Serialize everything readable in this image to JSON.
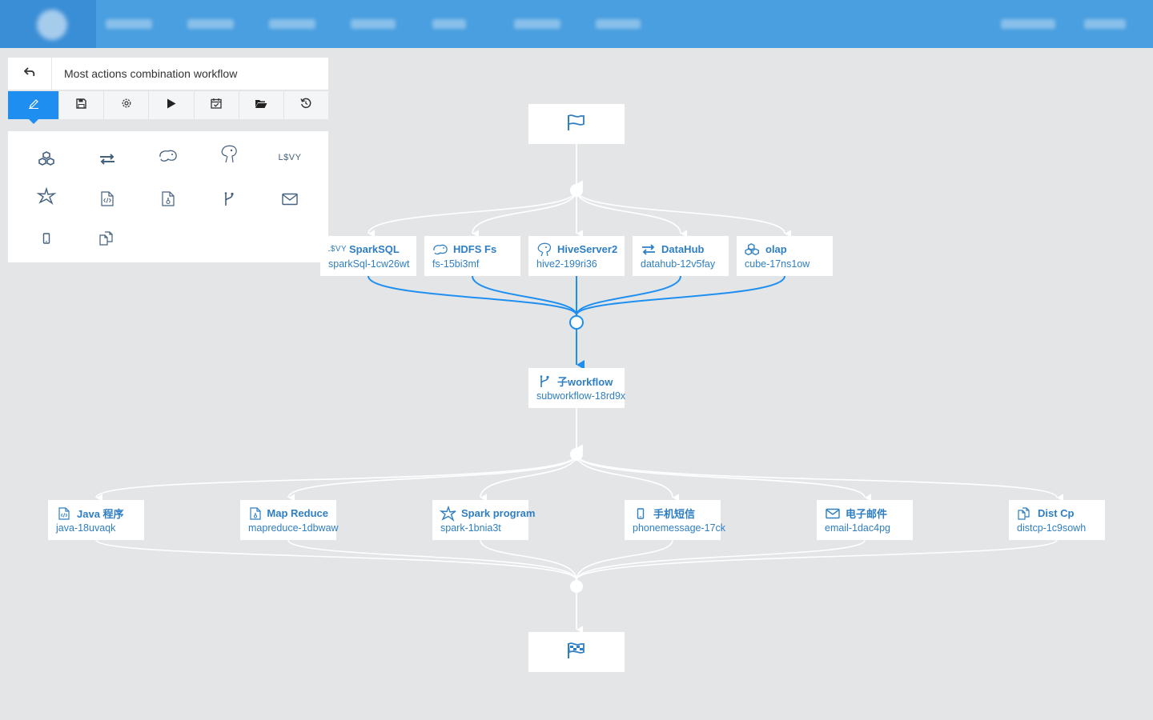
{
  "header": {
    "nav_items": [
      "",
      "",
      "",
      "",
      "",
      "",
      ""
    ]
  },
  "panel": {
    "workflow_name": "Most actions combination workflow",
    "toolbar": [
      {
        "icon": "pencil-icon"
      },
      {
        "icon": "save-icon"
      },
      {
        "icon": "gear-icon"
      },
      {
        "icon": "play-icon"
      },
      {
        "icon": "calendar-check-icon"
      },
      {
        "icon": "folder-open-icon"
      },
      {
        "icon": "history-icon"
      }
    ],
    "palette": [
      {
        "icon": "cubes-icon"
      },
      {
        "icon": "exchange-icon"
      },
      {
        "icon": "hadoop-elephant-icon"
      },
      {
        "icon": "hive-icon"
      },
      {
        "icon": "livy-icon",
        "text": "L$VY"
      },
      {
        "icon": "spark-star-icon"
      },
      {
        "icon": "java-file-icon"
      },
      {
        "icon": "mapreduce-file-icon"
      },
      {
        "icon": "subworkflow-branch-icon"
      },
      {
        "icon": "envelope-icon"
      },
      {
        "icon": "mobile-icon"
      },
      {
        "icon": "copy-icon"
      }
    ]
  },
  "nodes": {
    "start": {
      "icon": "flag-icon"
    },
    "end": {
      "icon": "checkered-flag-icon"
    },
    "row1": [
      {
        "title": "SparkSQL",
        "id": "sparkSql-1cw26wt",
        "icon": "livy-icon",
        "icon_text": "L$VY"
      },
      {
        "title": "HDFS Fs",
        "id": "fs-15bi3mf",
        "icon": "hadoop-elephant-icon"
      },
      {
        "title": "HiveServer2",
        "id": "hive2-199ri36",
        "icon": "hive-icon"
      },
      {
        "title": "DataHub",
        "id": "datahub-12v5fay",
        "icon": "exchange-icon"
      },
      {
        "title": "olap",
        "id": "cube-17ns1ow",
        "icon": "cubes-icon"
      }
    ],
    "sub": {
      "title": "子workflow",
      "id": "subworkflow-18rd9x",
      "icon": "subworkflow-branch-icon"
    },
    "row2": [
      {
        "title": "Java 程序",
        "id": "java-18uvaqk",
        "icon": "java-file-icon"
      },
      {
        "title": "Map Reduce",
        "id": "mapreduce-1dbwaw",
        "icon": "mapreduce-file-icon"
      },
      {
        "title": "Spark program",
        "id": "spark-1bnia3t",
        "icon": "spark-star-icon"
      },
      {
        "title": "手机短信",
        "id": "phonemessage-17ck",
        "icon": "mobile-icon"
      },
      {
        "title": "电子邮件",
        "id": "email-1dac4pg",
        "icon": "envelope-icon"
      },
      {
        "title": "Dist Cp",
        "id": "distcp-1c9sowh",
        "icon": "copy-icon"
      }
    ]
  },
  "colors": {
    "accent": "#1e8ff0",
    "header": "#4a9fe0",
    "node_text": "#2e7ec4",
    "canvas": "#e4e5e7"
  }
}
